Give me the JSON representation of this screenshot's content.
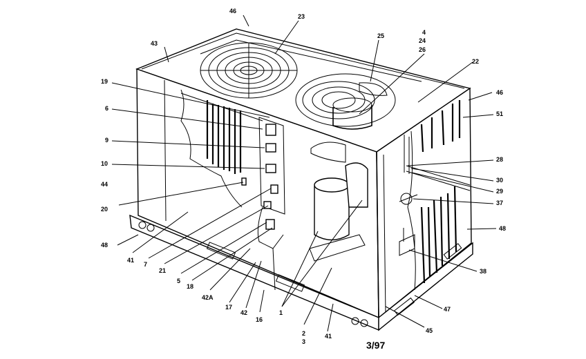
{
  "labels": [
    {
      "id": "l46a",
      "text": "46"
    },
    {
      "id": "l23",
      "text": "23"
    },
    {
      "id": "l43",
      "text": "43"
    },
    {
      "id": "l25",
      "text": "25"
    },
    {
      "id": "l4",
      "text": "4"
    },
    {
      "id": "l24",
      "text": "24"
    },
    {
      "id": "l26",
      "text": "26"
    },
    {
      "id": "l22",
      "text": "22"
    },
    {
      "id": "l46b",
      "text": "46"
    },
    {
      "id": "l51",
      "text": "51"
    },
    {
      "id": "l19",
      "text": "19"
    },
    {
      "id": "l6",
      "text": "6"
    },
    {
      "id": "l9",
      "text": "9"
    },
    {
      "id": "l10",
      "text": "10"
    },
    {
      "id": "l44",
      "text": "44"
    },
    {
      "id": "l20",
      "text": "20"
    },
    {
      "id": "l28",
      "text": "28"
    },
    {
      "id": "l30",
      "text": "30"
    },
    {
      "id": "l29",
      "text": "29"
    },
    {
      "id": "l37",
      "text": "37"
    },
    {
      "id": "l48a",
      "text": "48"
    },
    {
      "id": "l48b",
      "text": "48"
    },
    {
      "id": "l41a",
      "text": "41"
    },
    {
      "id": "l7",
      "text": "7"
    },
    {
      "id": "l21",
      "text": "21"
    },
    {
      "id": "l5",
      "text": "5"
    },
    {
      "id": "l18",
      "text": "18"
    },
    {
      "id": "l42A",
      "text": "42A"
    },
    {
      "id": "l17",
      "text": "17"
    },
    {
      "id": "l42",
      "text": "42"
    },
    {
      "id": "l16",
      "text": "16"
    },
    {
      "id": "l1",
      "text": "1"
    },
    {
      "id": "l2",
      "text": "2"
    },
    {
      "id": "l3",
      "text": "3"
    },
    {
      "id": "l41b",
      "text": "41"
    },
    {
      "id": "l38",
      "text": "38"
    },
    {
      "id": "l47",
      "text": "47"
    },
    {
      "id": "l45",
      "text": "45"
    }
  ],
  "date_stamp": "3/97"
}
